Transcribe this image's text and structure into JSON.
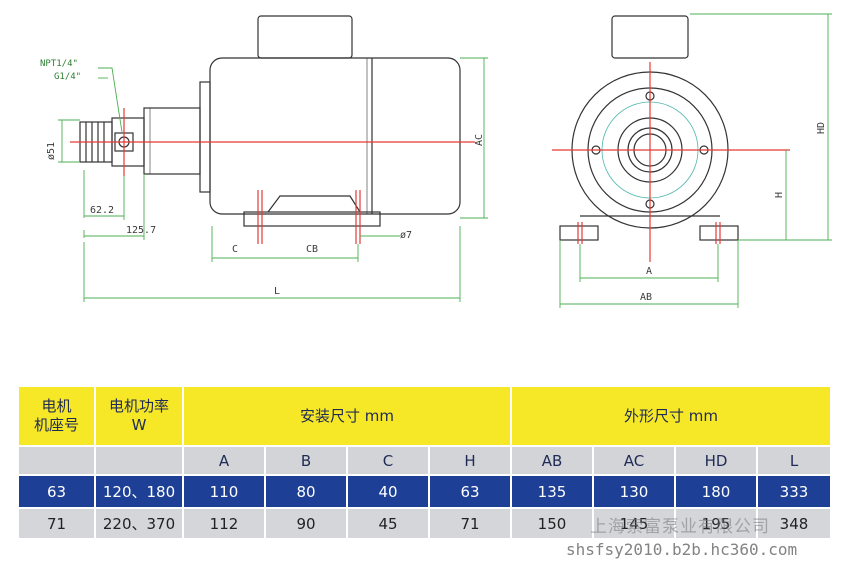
{
  "drawing": {
    "labels": {
      "npt": "NPT1/4\"",
      "g": "G1/4\"",
      "phi51": "ø51",
      "d622": "62.2",
      "d1257": "125.7",
      "c": "C",
      "cb": "CB",
      "phi7": "ø7",
      "ac": "AC",
      "l": "L",
      "hd": "HD",
      "h": "H",
      "a": "A",
      "ab": "AB"
    },
    "colors": {
      "outline": "#333333",
      "centerline": "#e53935",
      "dimension_green": "#4caf50"
    }
  },
  "table": {
    "header": {
      "col1": "电机\n机座号",
      "col2": "电机功率\nW",
      "group1": "安装尺寸 mm",
      "group2": "外形尺寸 mm"
    },
    "subheaders": [
      "A",
      "B",
      "C",
      "H",
      "AB",
      "AC",
      "HD",
      "L"
    ],
    "rows": [
      {
        "frame": "63",
        "power": "120、180",
        "A": "110",
        "B": "80",
        "C": "40",
        "H": "63",
        "AB": "135",
        "AC": "130",
        "HD": "180",
        "L": "333"
      },
      {
        "frame": "71",
        "power": "220、370",
        "A": "112",
        "B": "90",
        "C": "45",
        "H": "71",
        "AB": "150",
        "AC": "145",
        "HD": "195",
        "L": "348"
      }
    ],
    "colors": {
      "header_bg": "#f7e827",
      "subheader_bg": "#d2d4d8",
      "row1_bg": "#1d3f95",
      "row2_bg": "#d4d6da"
    }
  },
  "watermark": {
    "company": "上海索富泵业有限公司",
    "url": "shsfsy2010.b2b.hc360.com"
  }
}
